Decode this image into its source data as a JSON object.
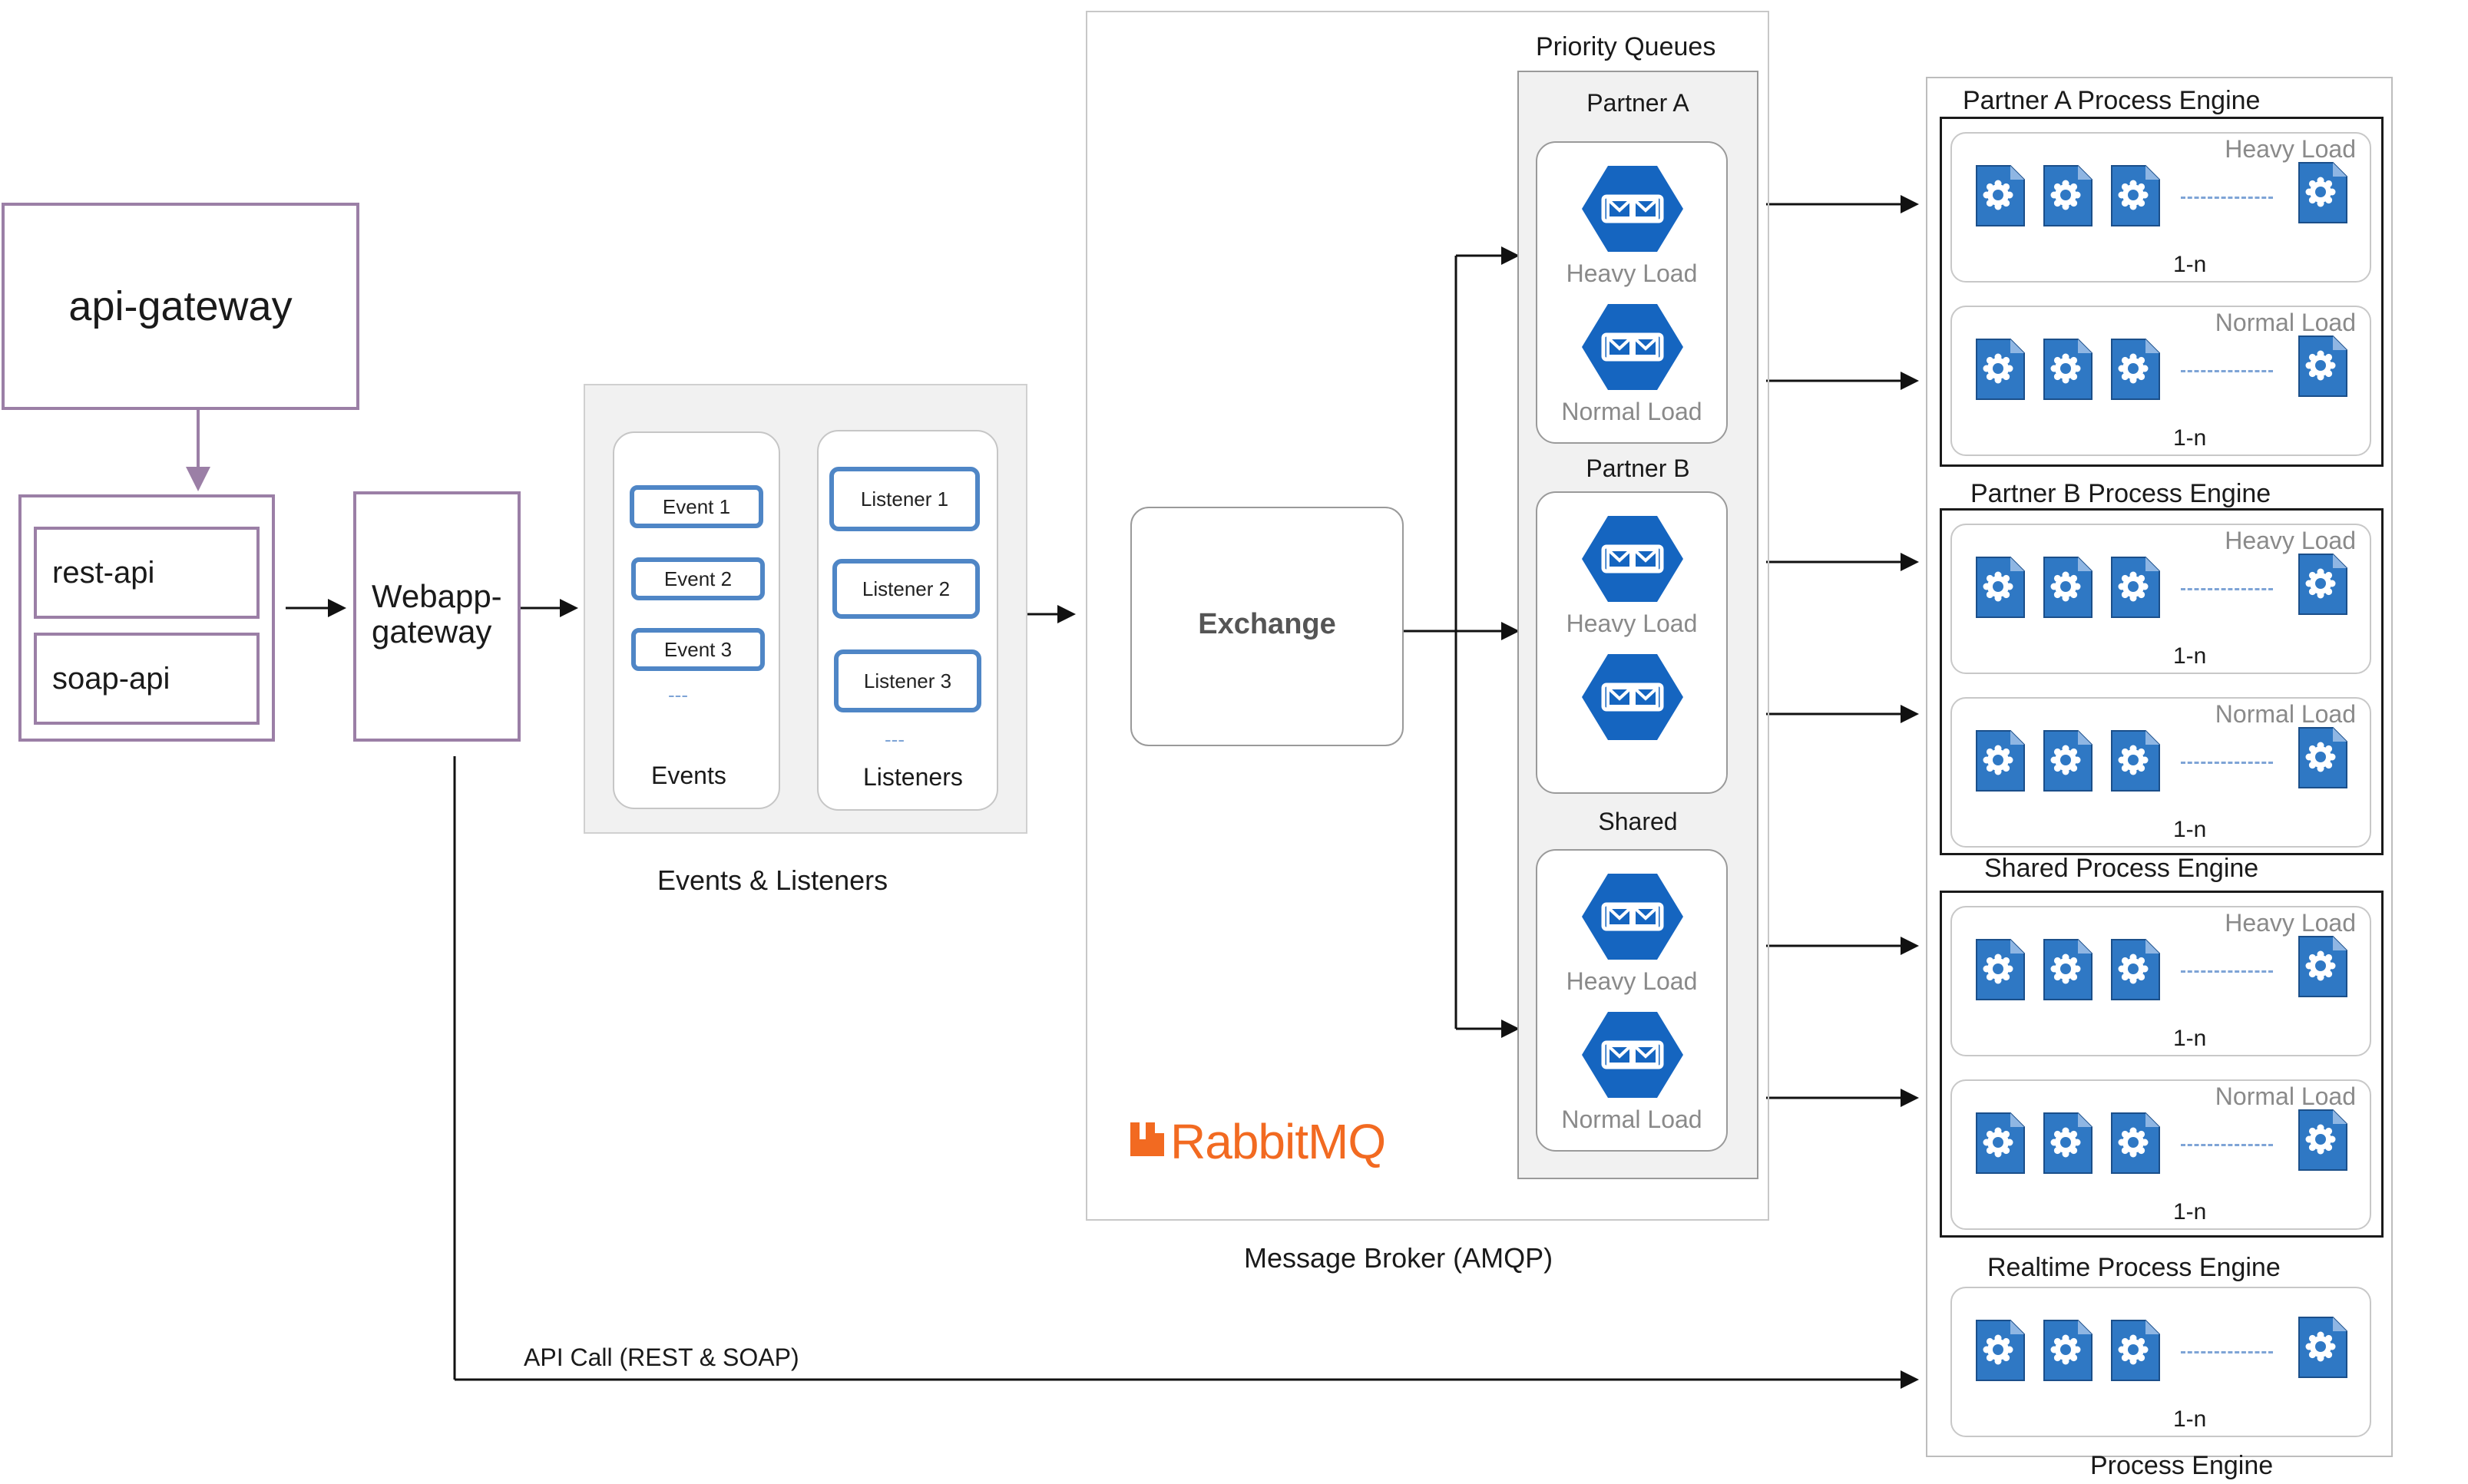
{
  "gateway": {
    "api_gateway": "api-gateway",
    "rest_api": "rest-api",
    "soap_api": "soap-api",
    "webapp_gateway": "Webapp-\ngateway"
  },
  "events_listeners": {
    "title": "Events & Listeners",
    "events": [
      "Event 1",
      "Event 2",
      "Event  3"
    ],
    "events_caption": "Events",
    "listeners": [
      "Listener 1",
      "Listener 2",
      "Listener 3"
    ],
    "listeners_caption": "Listeners",
    "ellipsis": "---"
  },
  "broker": {
    "title": "Message Broker (AMQP)",
    "exchange": "Exchange",
    "logo": "RabbitMQ",
    "priority_queues": "Priority Queues",
    "groups": [
      {
        "name": "Partner A",
        "queues": [
          "Heavy Load",
          "Normal Load"
        ]
      },
      {
        "name": "Partner B",
        "queues": [
          "Heavy Load",
          ""
        ]
      },
      {
        "name": "Shared",
        "queues": [
          "Heavy Load",
          "Normal Load"
        ]
      }
    ],
    "queue_icon": "envelope-hexagon-icon"
  },
  "process_engines": {
    "title": "Process Engine",
    "engines": [
      {
        "name": "Partner A Process Engine",
        "pools": [
          {
            "label": "Heavy Load",
            "count": "1-n"
          },
          {
            "label": "Normal Load",
            "count": "1-n"
          }
        ]
      },
      {
        "name": "Partner B Process Engine",
        "pools": [
          {
            "label": "Heavy Load",
            "count": "1-n"
          },
          {
            "label": "Normal Load",
            "count": "1-n"
          }
        ]
      },
      {
        "name": "Shared Process Engine",
        "pools": [
          {
            "label": "Heavy Load",
            "count": "1-n"
          },
          {
            "label": "Normal Load",
            "count": "1-n"
          }
        ]
      },
      {
        "name": "Realtime Process Engine",
        "pools": [
          {
            "label": "",
            "count": "1-n"
          }
        ]
      }
    ],
    "worker_icon": "gear-document-icon"
  },
  "api_call": "API Call (REST & SOAP)",
  "colors": {
    "purple": "#9b7fa6",
    "queue_blue": "#1565c0",
    "worker_blue": "#2f78c4",
    "rabbit_orange": "#f26a21"
  }
}
